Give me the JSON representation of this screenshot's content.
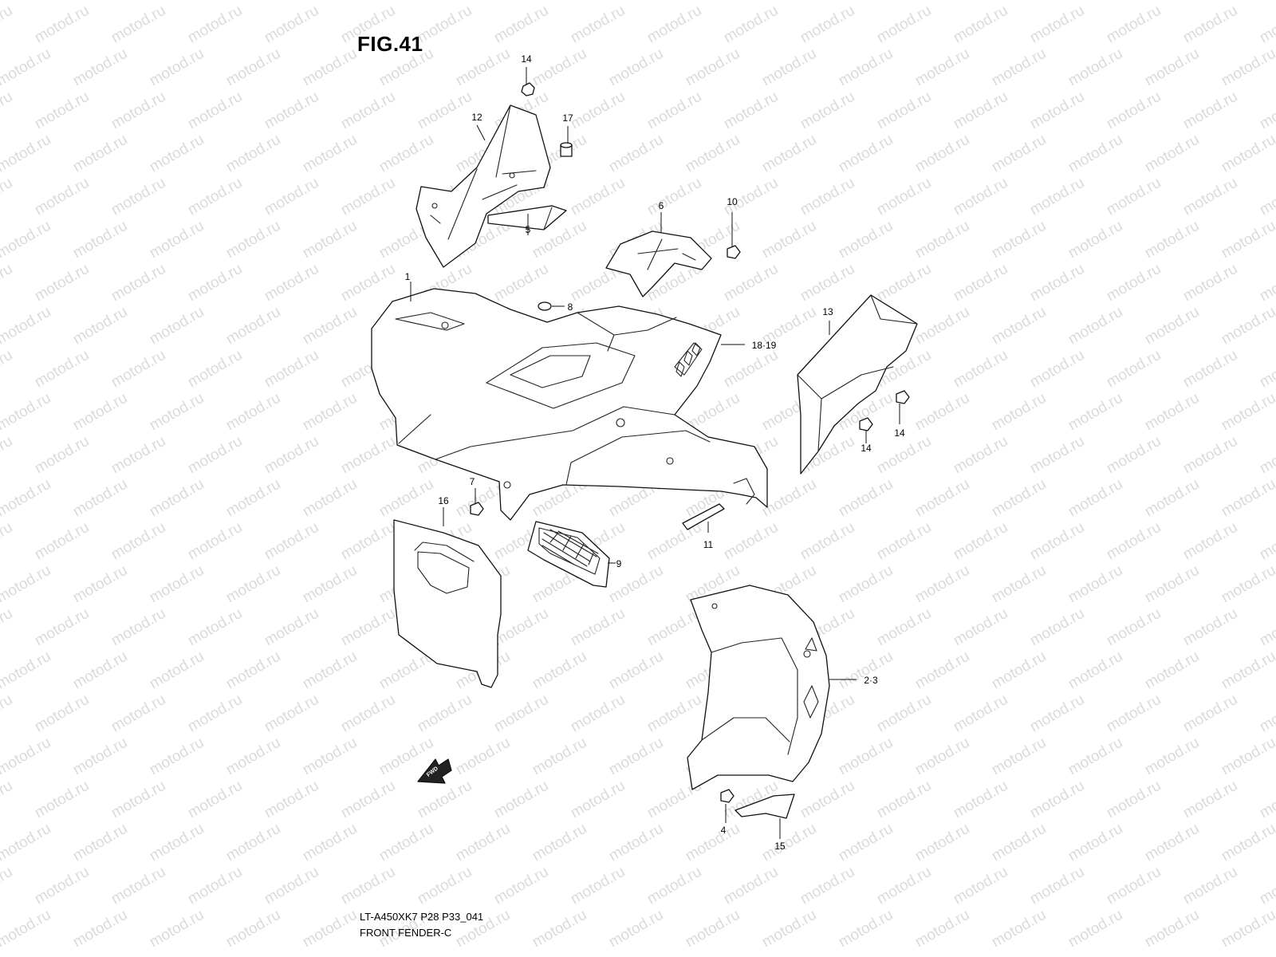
{
  "figure": {
    "title": "FIG.41",
    "model_code": "LT-A450XK7  P28  P33_041",
    "section_name": "FRONT FENDER-C"
  },
  "watermark_text": "motod.ru",
  "direction_marker": "FWD",
  "callouts": {
    "c1": "1",
    "c2_3": "2·3",
    "c4": "4",
    "c5": "5",
    "c6": "6",
    "c7": "7",
    "c8": "8",
    "c9": "9",
    "c10": "10",
    "c11": "11",
    "c12": "12",
    "c13": "13",
    "c14a": "14",
    "c14b": "14",
    "c14c": "14",
    "c15": "15",
    "c16": "16",
    "c17": "17",
    "c18_19": "18·19"
  }
}
